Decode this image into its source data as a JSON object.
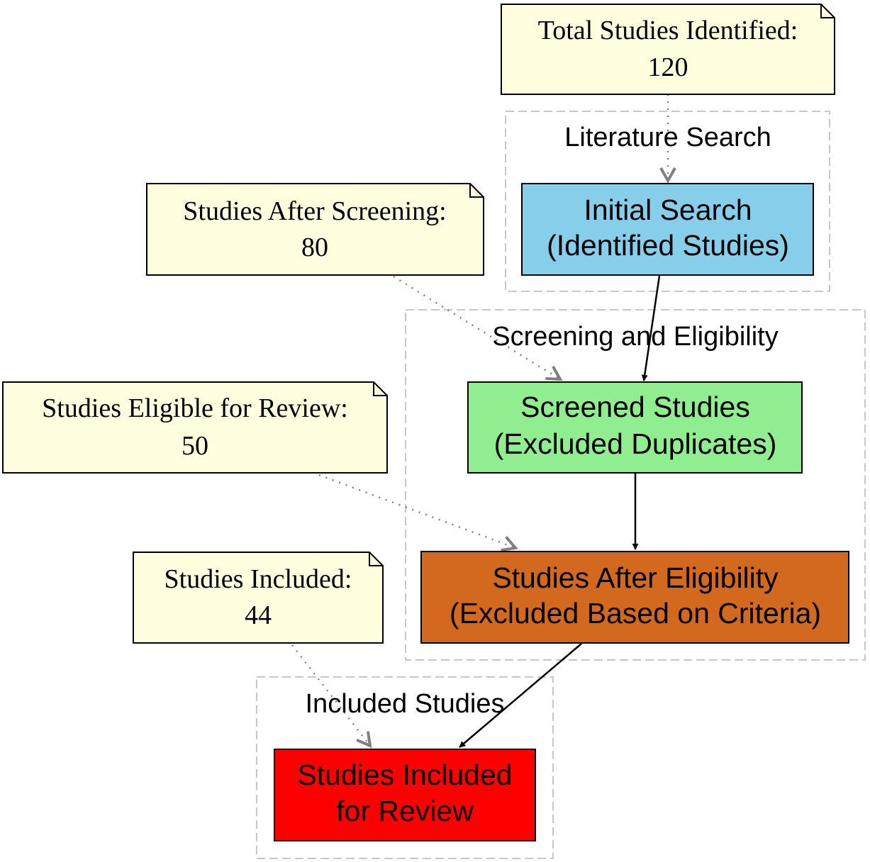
{
  "clusters": {
    "literature": {
      "label": "Literature Search"
    },
    "screening": {
      "label": "Screening and Eligibility"
    },
    "included": {
      "label": "Included Studies"
    }
  },
  "notes": {
    "total": {
      "line1": "Total Studies Identified:",
      "line2": "120"
    },
    "after_screening": {
      "line1": "Studies After Screening:",
      "line2": "80"
    },
    "eligible": {
      "line1": "Studies Eligible for Review:",
      "line2": "50"
    },
    "included": {
      "line1": "Studies Included:",
      "line2": "44"
    }
  },
  "nodes": {
    "initial": {
      "line1": "Initial Search",
      "line2": "(Identified Studies)",
      "color": "#87ceeb"
    },
    "screened": {
      "line1": "Screened Studies",
      "line2": "(Excluded Duplicates)",
      "color": "#90ee90"
    },
    "eligibility": {
      "line1": "Studies After Eligibility",
      "line2": "(Excluded Based on Criteria)",
      "color": "#d2691e"
    },
    "review": {
      "line1": "Studies Included",
      "line2": "for Review",
      "color": "#ff0000"
    }
  },
  "colors": {
    "note_fill": "#ffffe0",
    "cluster_border": "#c8c8c8",
    "dotted_edge": "#808080",
    "solid_edge": "#000000"
  }
}
